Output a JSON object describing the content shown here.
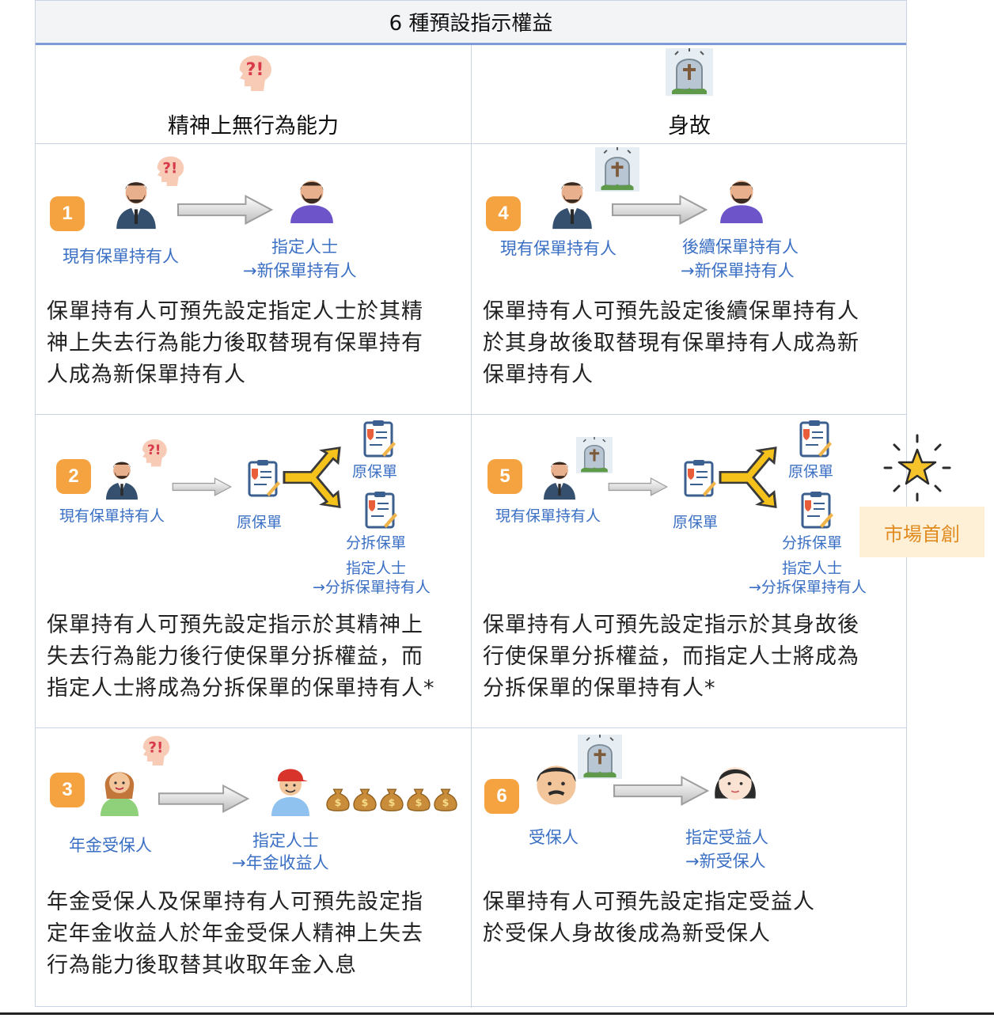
{
  "title": "6 種預設指示權益",
  "headers": {
    "left": "精神上無行為能力",
    "right": "身故"
  },
  "badge": "市場首創",
  "cells": [
    {
      "num": "1",
      "from": "現有保單持有人",
      "to1": "指定人士",
      "to2": "→新保單持有人",
      "desc": [
        "保單持有人可預先設定指定人士於其精",
        "神上失去行為能力後取替現有保單持有",
        "人成為新保單持有人"
      ]
    },
    {
      "num": "4",
      "from": "現有保單持有人",
      "to1": "後續保單持有人",
      "to2": "→新保單持有人",
      "desc": [
        "保單持有人可預先設定後續保單持有人",
        "於其身故後取替現有保單持有人成為新",
        "保單持有人"
      ]
    },
    {
      "num": "2",
      "from": "現有保單持有人",
      "mid": "原保單",
      "top": "原保單",
      "split": "分拆保單",
      "to1": "指定人士",
      "to2": "→分拆保單持有人",
      "desc": [
        "保單持有人可預先設定指示於其精神上",
        "失去行為能力後行使保單分拆權益，而",
        "指定人士將成為分拆保單的保單持有人*"
      ]
    },
    {
      "num": "5",
      "from": "現有保單持有人",
      "mid": "原保單",
      "top": "原保單",
      "split": "分拆保單",
      "to1": "指定人士",
      "to2": "→分拆保單持有人",
      "desc": [
        "保單持有人可預先設定指示於其身故後",
        "行使保單分拆權益，而指定人士將成為",
        "分拆保單的保單持有人*"
      ]
    },
    {
      "num": "3",
      "from": "年金受保人",
      "to1": "指定人士",
      "to2": "→年金收益人",
      "desc": [
        "年金受保人及保單持有人可預先設定指",
        "定年金收益人於年金受保人精神上失去",
        "行為能力後取替其收取年金入息"
      ]
    },
    {
      "num": "6",
      "from": "受保人",
      "to1": "指定受益人",
      "to2": "→新受保人",
      "desc": [
        "保單持有人可預先設定指定受益人",
        "於受保人身故後成為新受保人"
      ]
    }
  ]
}
